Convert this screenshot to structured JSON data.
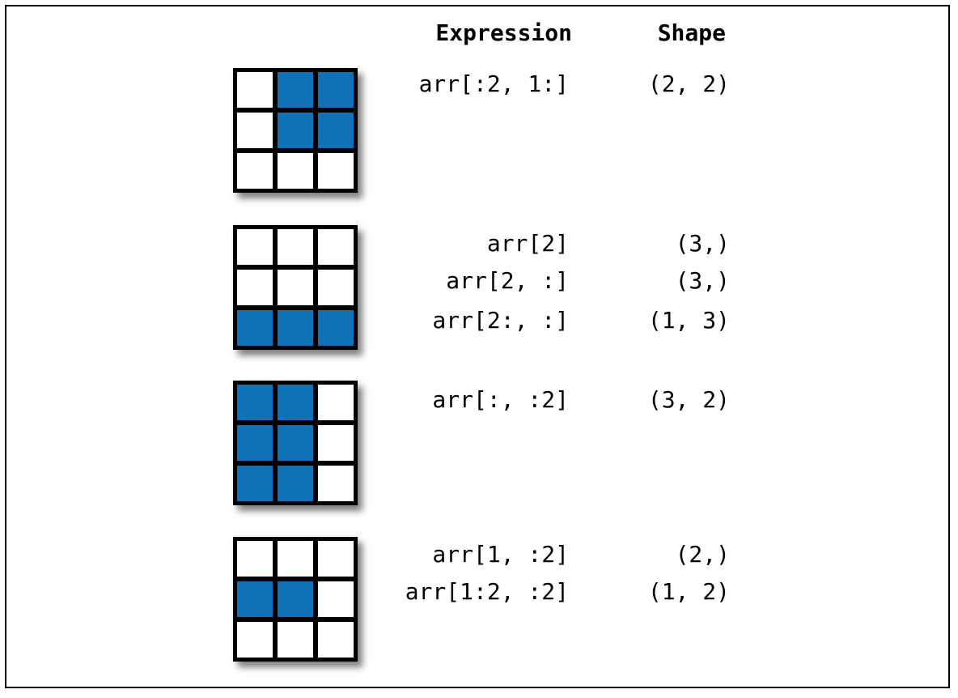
{
  "colors": {
    "highlight_blue": "#0d72b8",
    "grid_line": "#000000",
    "cell_background": "#ffffff",
    "text": "#000000",
    "frame_border": "#000000",
    "page_background": "#ffffff"
  },
  "headers": {
    "expression": "Expression",
    "shape": "Shape"
  },
  "groups": [
    {
      "grid": [
        [
          0,
          1,
          1
        ],
        [
          0,
          1,
          1
        ],
        [
          0,
          0,
          0
        ]
      ],
      "rows": [
        {
          "expr": "arr[:2, 1:]",
          "shape": "(2, 2)"
        }
      ]
    },
    {
      "grid": [
        [
          0,
          0,
          0
        ],
        [
          0,
          0,
          0
        ],
        [
          1,
          1,
          1
        ]
      ],
      "rows": [
        {
          "expr": "arr[2]",
          "shape": "(3,)"
        },
        {
          "expr": "arr[2, :]",
          "shape": "(3,)"
        },
        {
          "expr": "arr[2:, :]",
          "shape": "(1, 3)"
        }
      ]
    },
    {
      "grid": [
        [
          1,
          1,
          0
        ],
        [
          1,
          1,
          0
        ],
        [
          1,
          1,
          0
        ]
      ],
      "rows": [
        {
          "expr": "arr[:, :2]",
          "shape": "(3, 2)"
        }
      ]
    },
    {
      "grid": [
        [
          0,
          0,
          0
        ],
        [
          1,
          1,
          0
        ],
        [
          0,
          0,
          0
        ]
      ],
      "rows": [
        {
          "expr": "arr[1, :2]",
          "shape": "(2,)"
        },
        {
          "expr": "arr[1:2, :2]",
          "shape": "(1, 2)"
        }
      ]
    }
  ]
}
